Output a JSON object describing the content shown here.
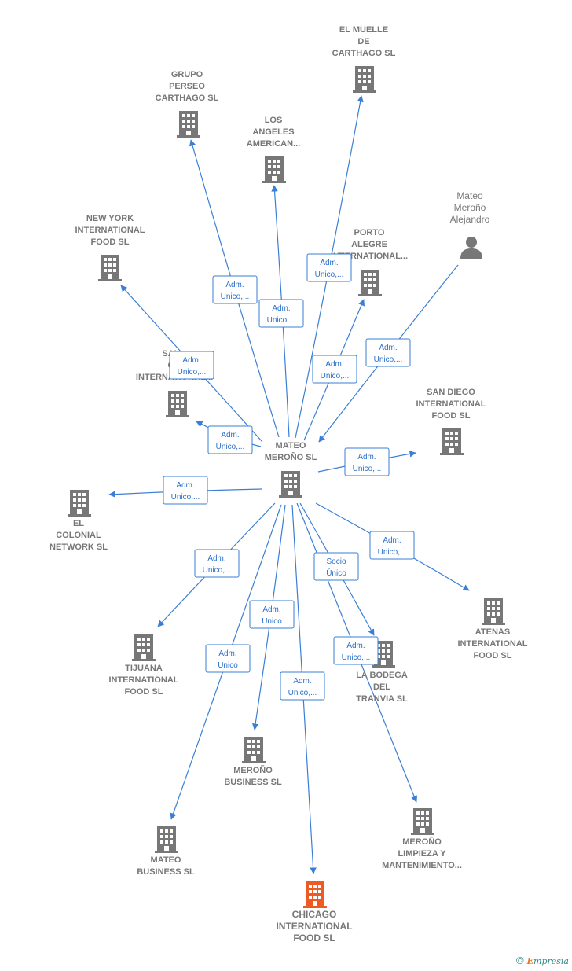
{
  "colors": {
    "edge": "#3a7fd5",
    "building": "#777777",
    "highlight": "#ee5a24",
    "label": "#777777"
  },
  "center": {
    "id": "mateo_merono_sl",
    "label": [
      "MATEO",
      "MEROÑO SL"
    ]
  },
  "nodes": [
    {
      "id": "el_muelle",
      "type": "company",
      "label": [
        "EL MUELLE",
        "DE",
        "CARTHAGO SL"
      ]
    },
    {
      "id": "grupo_perseo",
      "type": "company",
      "label": [
        "GRUPO",
        "PERSEO",
        "CARTHAGO SL"
      ]
    },
    {
      "id": "los_angeles",
      "type": "company",
      "label": [
        "LOS",
        "ANGELES",
        "AMERICAN..."
      ]
    },
    {
      "id": "mateo_person",
      "type": "person",
      "label": [
        "Mateo",
        "Meroño",
        "Alejandro"
      ]
    },
    {
      "id": "new_york",
      "type": "company",
      "label": [
        "NEW YORK",
        "INTERNATIONAL",
        "FOOD SL"
      ]
    },
    {
      "id": "porto_alegre",
      "type": "company",
      "label": [
        "PORTO",
        "ALEGRE",
        "INTERNATIONAL..."
      ]
    },
    {
      "id": "salvador",
      "type": "company",
      "label": [
        "SAL...",
        "C...",
        "INTERNATIONAL..."
      ]
    },
    {
      "id": "san_diego",
      "type": "company",
      "label": [
        "SAN DIEGO",
        "INTERNATIONAL",
        "FOOD SL"
      ]
    },
    {
      "id": "el_colonial",
      "type": "company",
      "label": [
        "EL",
        "COLONIAL",
        "NETWORK SL"
      ]
    },
    {
      "id": "tijuana",
      "type": "company",
      "label": [
        "TIJUANA",
        "INTERNATIONAL",
        "FOOD SL"
      ]
    },
    {
      "id": "atenas",
      "type": "company",
      "label": [
        "ATENAS",
        "INTERNATIONAL",
        "FOOD SL"
      ]
    },
    {
      "id": "la_bodega",
      "type": "company",
      "label": [
        "LA BODEGA",
        "DEL",
        "TRANVIA SL"
      ]
    },
    {
      "id": "merono_business",
      "type": "company",
      "label": [
        "MEROÑO",
        "BUSINESS SL"
      ]
    },
    {
      "id": "merono_limpieza",
      "type": "company",
      "label": [
        "MEROÑO",
        "LIMPIEZA Y",
        "MANTENIMIENTO..."
      ]
    },
    {
      "id": "mateo_business",
      "type": "company",
      "label": [
        "MATEO",
        "BUSINESS SL"
      ]
    },
    {
      "id": "chicago",
      "type": "company",
      "highlight": true,
      "label": [
        "CHICAGO",
        "INTERNATIONAL",
        "FOOD SL"
      ]
    }
  ],
  "edges": [
    {
      "from": "mateo_merono_sl",
      "to": "el_muelle",
      "label": [
        "Adm.",
        "Unico,..."
      ]
    },
    {
      "from": "mateo_merono_sl",
      "to": "grupo_perseo",
      "label": [
        "Adm.",
        "Unico,..."
      ]
    },
    {
      "from": "mateo_merono_sl",
      "to": "los_angeles",
      "label": [
        "Adm.",
        "Unico,..."
      ]
    },
    {
      "from": "mateo_person",
      "to": "mateo_merono_sl",
      "label": [
        "Adm.",
        "Unico,..."
      ]
    },
    {
      "from": "mateo_merono_sl",
      "to": "new_york",
      "label": [
        "Adm.",
        "Unico,..."
      ]
    },
    {
      "from": "mateo_merono_sl",
      "to": "porto_alegre",
      "label": [
        "Adm.",
        "Unico,..."
      ]
    },
    {
      "from": "mateo_merono_sl",
      "to": "salvador",
      "label": [
        "Adm.",
        "Unico,..."
      ]
    },
    {
      "from": "mateo_merono_sl",
      "to": "san_diego",
      "label": [
        "Adm.",
        "Unico,..."
      ]
    },
    {
      "from": "mateo_merono_sl",
      "to": "el_colonial",
      "label": [
        "Adm.",
        "Unico,..."
      ]
    },
    {
      "from": "mateo_merono_sl",
      "to": "tijuana",
      "label": [
        "Adm.",
        "Unico,..."
      ]
    },
    {
      "from": "mateo_merono_sl",
      "to": "atenas",
      "label": [
        "Adm.",
        "Unico,..."
      ]
    },
    {
      "from": "mateo_merono_sl",
      "to": "la_bodega",
      "label": [
        "Socio",
        "Único"
      ]
    },
    {
      "from": "mateo_merono_sl",
      "to": "merono_limpieza",
      "label": [
        "Adm.",
        "Unico,..."
      ]
    },
    {
      "from": "mateo_merono_sl",
      "to": "merono_business",
      "label": [
        "Adm.",
        "Unico"
      ]
    },
    {
      "from": "mateo_merono_sl",
      "to": "mateo_business",
      "label": [
        "Adm.",
        "Unico"
      ]
    },
    {
      "from": "mateo_merono_sl",
      "to": "chicago",
      "label": [
        "Adm.",
        "Unico,..."
      ]
    }
  ],
  "footer": {
    "copyright": "©",
    "brand_initial": "E",
    "brand_rest": "mpresia"
  }
}
